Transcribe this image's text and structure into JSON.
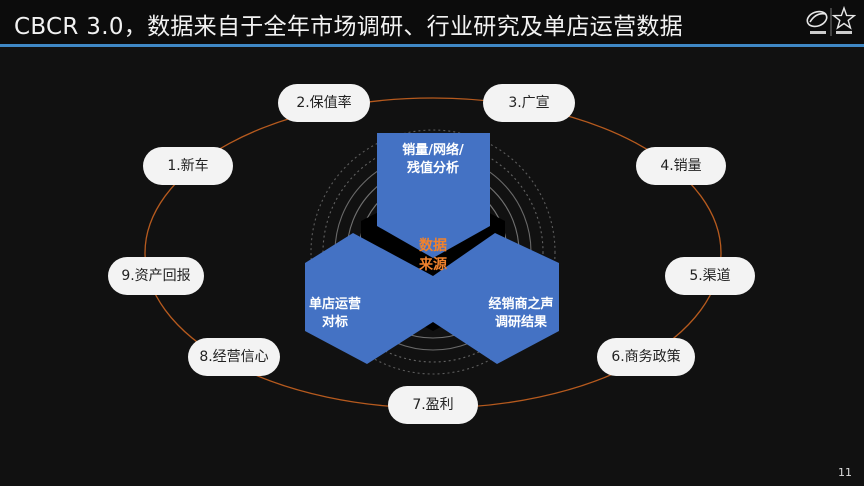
{
  "header": {
    "title": "CBCR 3.0，数据来自于全年市场调研、行业研究及单店运营数据"
  },
  "page_number": "11",
  "diagram": {
    "center": "数据\n来源",
    "sections": [
      {
        "label": "销量/网络/\n残值分析"
      },
      {
        "label": "单店运营\n对标"
      },
      {
        "label": "经销商之声\n调研结果"
      }
    ],
    "nodes": [
      {
        "label": "1.新车"
      },
      {
        "label": "2.保值率"
      },
      {
        "label": "3.广宣"
      },
      {
        "label": "4.销量"
      },
      {
        "label": "5.渠道"
      },
      {
        "label": "6.商务政策"
      },
      {
        "label": "7.盈利"
      },
      {
        "label": "8.经营信心"
      },
      {
        "label": "9.资产回报"
      }
    ]
  },
  "colors": {
    "accent_blue": "#3f88c5",
    "hex_blue": "#4472c4",
    "orbit_orange": "#b65a1e",
    "center_text": "#f0822d"
  },
  "logos": [
    {
      "icon": "cbdr-logo-icon"
    },
    {
      "icon": "cadc-star-logo-icon"
    }
  ]
}
